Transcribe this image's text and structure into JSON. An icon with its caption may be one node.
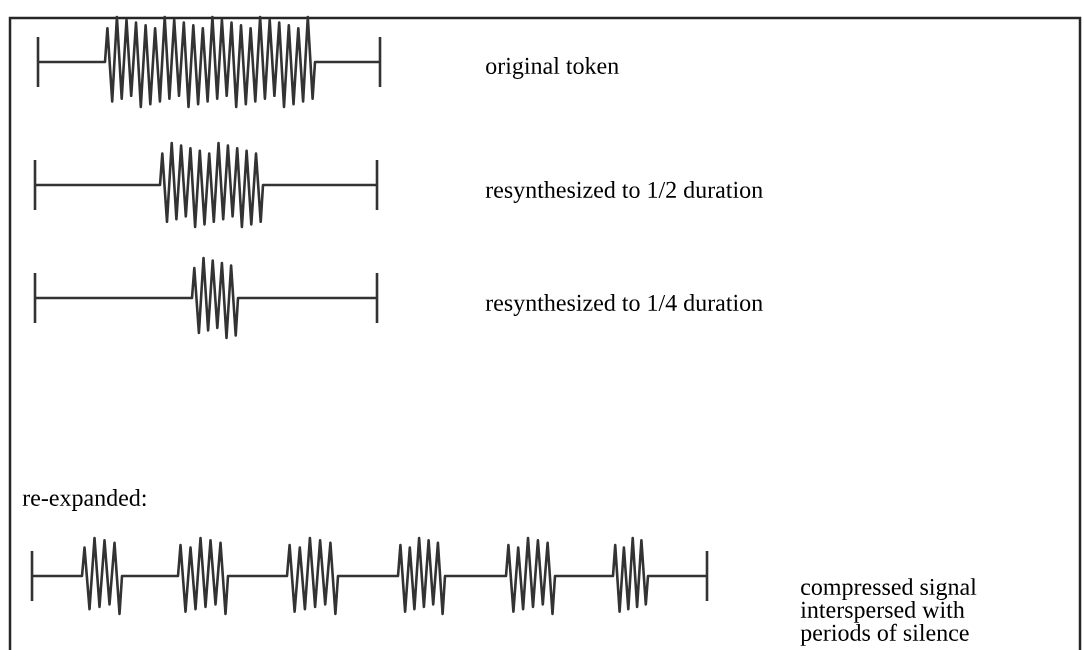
{
  "diagram": {
    "labels": [
      "original token",
      "resynthesized to 1/2 duration",
      "resynthesized to 1/4 duration",
      "re-expanded:",
      "compressed signal interspersed with periods of silence"
    ]
  }
}
